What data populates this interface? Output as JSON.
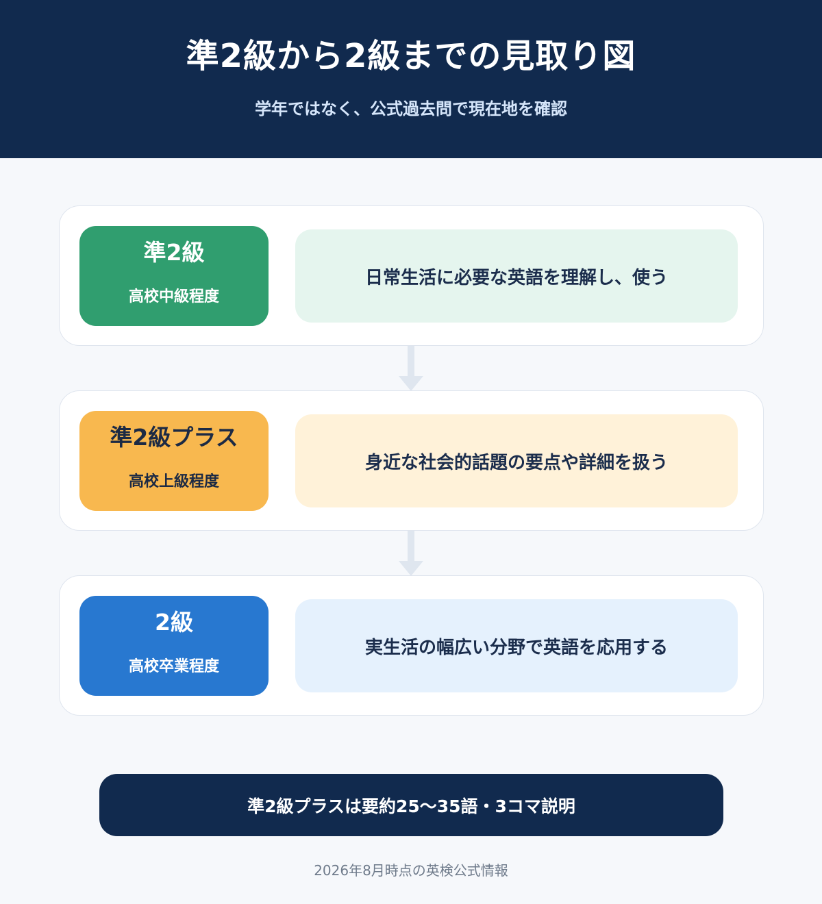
{
  "header": {
    "title": "準2級から2級までの見取り図",
    "subtitle": "学年ではなく、公式過去問で現在地を確認"
  },
  "levels": [
    {
      "grade": "準2級",
      "level": "高校中級程度",
      "description": "日常生活に必要な英語を理解し、使う",
      "color": "#309e6f"
    },
    {
      "grade": "準2級プラス",
      "level": "高校上級程度",
      "description": "身近な社会的話題の要点や詳細を扱う",
      "color": "#f8b84f"
    },
    {
      "grade": "2級",
      "level": "高校卒業程度",
      "description": "実生活の幅広い分野で英語を応用する",
      "color": "#2878d0"
    }
  ],
  "note": "準2級プラスは要約25〜35語・3コマ説明",
  "source": "2026年8月時点の英検公式情報",
  "colors": {
    "header_bg": "#112a4e",
    "arrow": "#dfe6ef"
  }
}
